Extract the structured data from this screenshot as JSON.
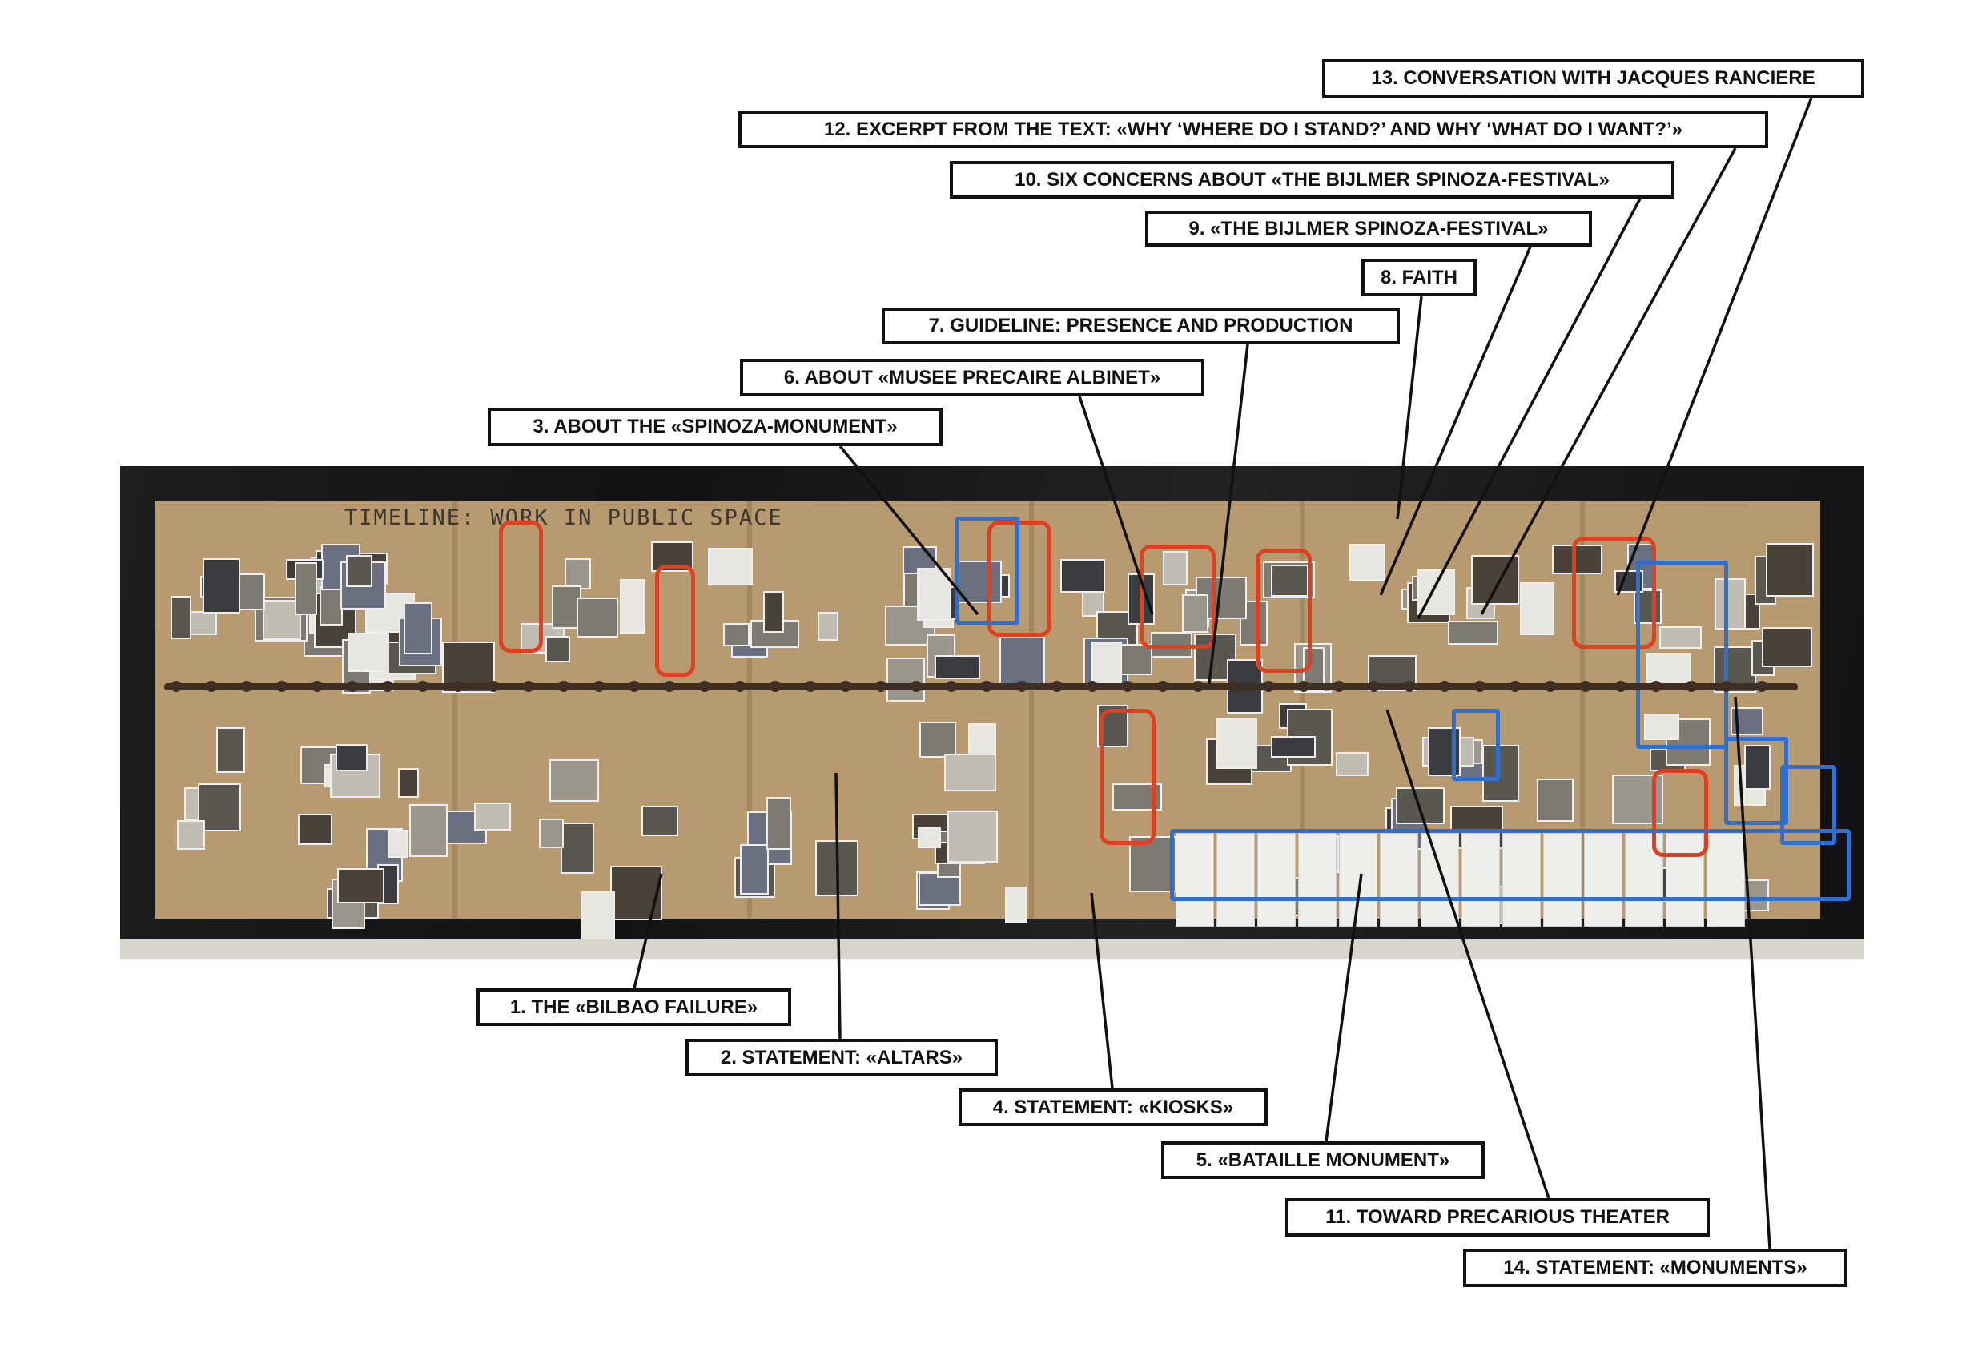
{
  "wall": {
    "handwritten_title": "TIMELINE: WORK IN PUBLIC SPACE",
    "colors": {
      "board": "#b89a70",
      "red_outline": "#e0401f",
      "blue_tape": "#2f6fd0",
      "timeline": "#3e2e24"
    }
  },
  "labels": [
    {
      "id": "1",
      "text": "1. THE «BILBAO FAILURE»"
    },
    {
      "id": "2",
      "text": "2. STATEMENT: «ALTARS»"
    },
    {
      "id": "3",
      "text": "3. ABOUT THE «SPINOZA-MONUMENT»"
    },
    {
      "id": "4",
      "text": "4. STATEMENT: «KIOSKS»"
    },
    {
      "id": "5",
      "text": "5. «BATAILLE MONUMENT»"
    },
    {
      "id": "6",
      "text": "6. ABOUT «MUSEE PRECAIRE ALBINET»"
    },
    {
      "id": "7",
      "text": "7. GUIDELINE: PRESENCE AND PRODUCTION"
    },
    {
      "id": "8",
      "text": "8. FAITH"
    },
    {
      "id": "9",
      "text": "9. «THE BIJLMER SPINOZA-FESTIVAL»"
    },
    {
      "id": "10",
      "text": "10. SIX CONCERNS ABOUT «THE BIJLMER SPINOZA-FESTIVAL»"
    },
    {
      "id": "11",
      "text": "11. TOWARD PRECARIOUS THEATER"
    },
    {
      "id": "12",
      "text": "12. EXCERPT FROM THE TEXT: «WHY ‘WHERE DO I STAND?’ AND WHY ‘WHAT DO I WANT?’»"
    },
    {
      "id": "13",
      "text": "13. CONVERSATION WITH JACQUES RANCIERE"
    },
    {
      "id": "14",
      "text": "14. STATEMENT: «MONUMENTS»"
    }
  ]
}
